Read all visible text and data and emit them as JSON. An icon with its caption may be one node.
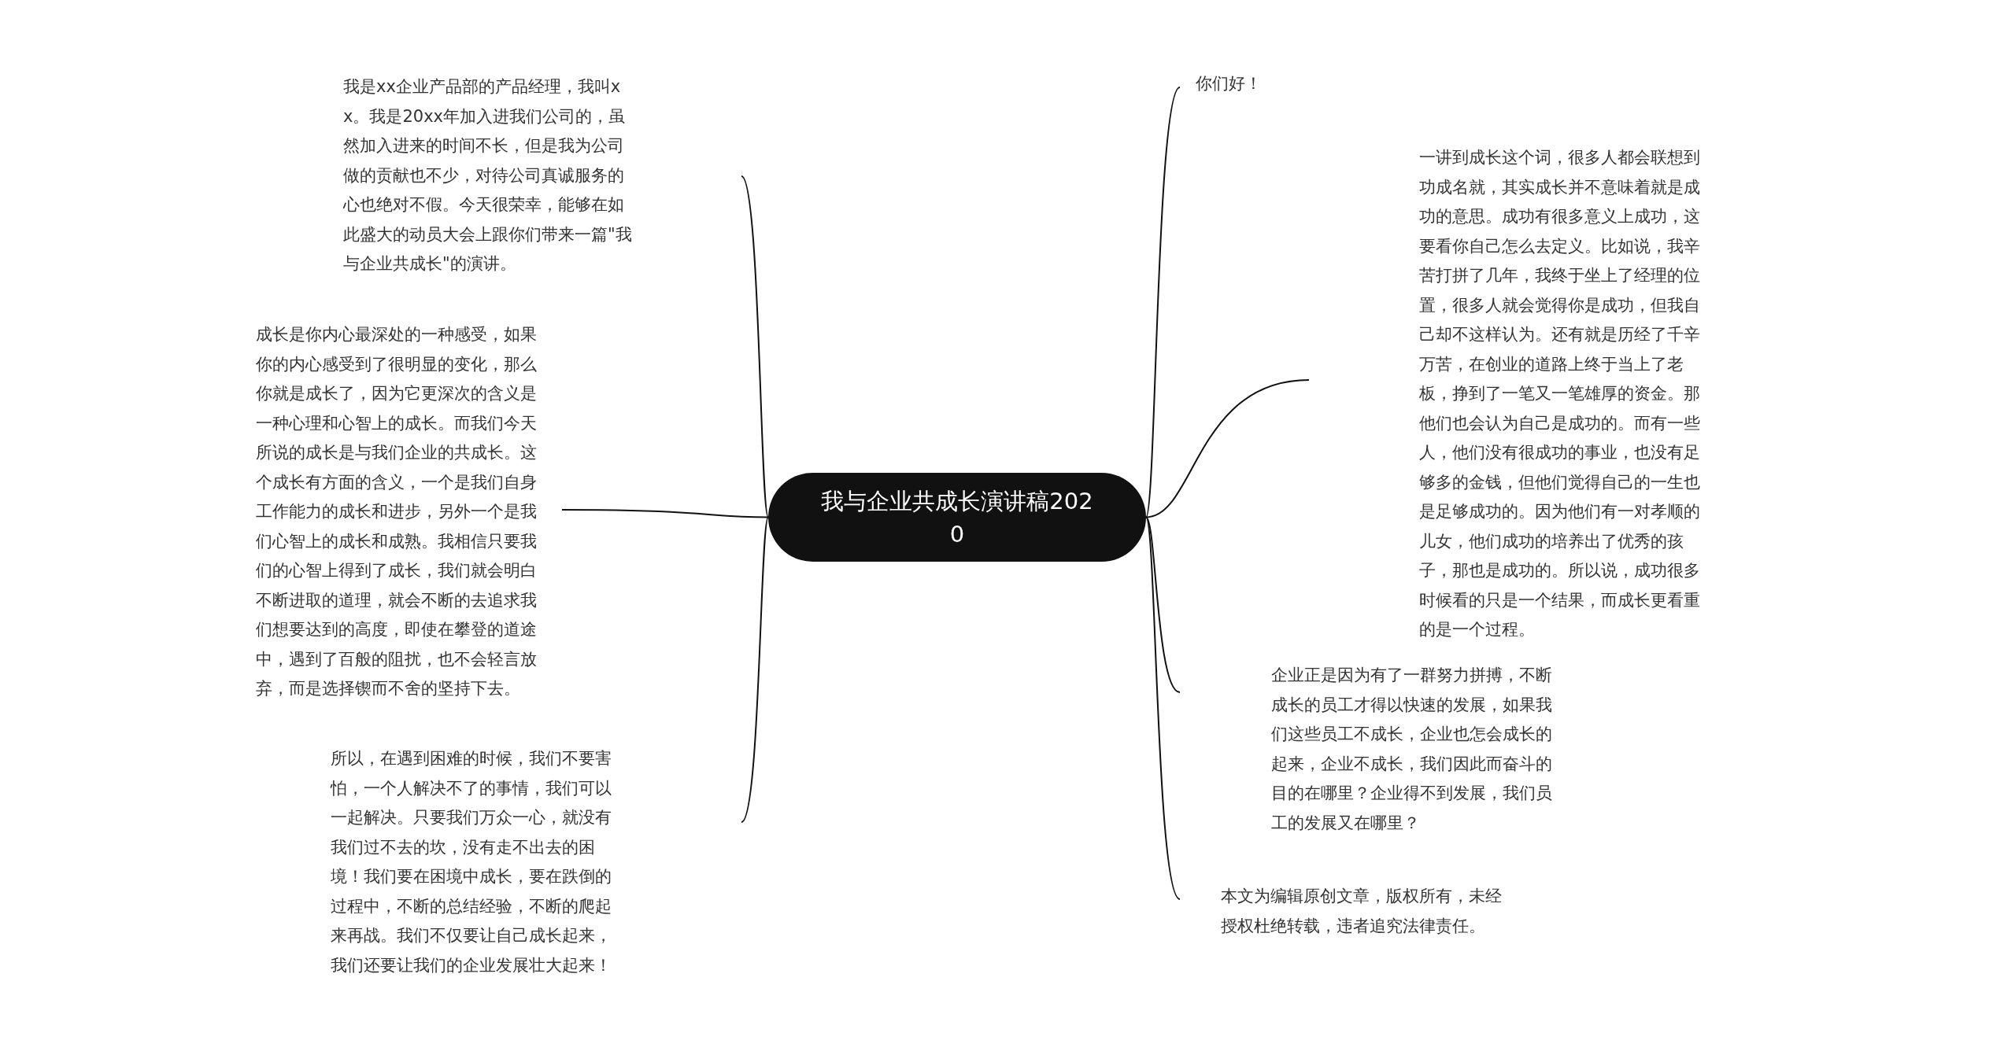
{
  "diagram": {
    "nodes": [
      {
        "text": [
          "我与企业共成长演讲稿2020"
        ]
      },
      {
        "text": [
          "你们好！"
        ]
      },
      {
        "text": [
          "一讲到成长这个词，很多人都会联想到功成名就，其实成长并不意味着就是成功的意思。成功有很多意义上成功，这要看你自己怎么去定义。比如说，我辛苦打拼了几年，我终于坐上了经理的位置，很多人就会觉得你是成功，但我自己却不这样认为。还有就是历经了千辛万苦，在创业的道路上终于当上了老板，挣到了一笔又一笔雄厚的资金。那他们也会认为自己是成功的。而有一些人，他们没有很成功的事业，也没有足够多的金钱，但他们觉得自己的一生也是足够成功的。因为他们有一对孝顺的儿女，他们成功的培养出了优秀的孩子，那也是成功的。所以说，成功很多时候看的只是一个结果，而成长更看重的是一个过程。"
        ]
      },
      {
        "text": [
          "企业正是因为有了一群努力拼搏，不断成长的员工才得以快速的发展，如果我们这些员工不成长，企业也怎会成长的起来，企业不成长，我们因此而奋斗的目的在哪里？企业得不到发展，我们员工的发展又在哪里？"
        ]
      },
      {
        "text": [
          "本文为编辑原创文章，版权所有，未经授权杜绝转载，违者追究法律责任。"
        ]
      },
      {
        "text": [
          "我是xx企业产品部的产品经理，我叫xx。我是20xx年加入进我们公司的，虽然加入进来的时间不长，但是我为公司做的贡献也不少，对待公司真诚服务的心也绝对不假。今天很荣幸，能够在如此盛大的动员大会上跟你们带来一篇\"我与企业共成长\"的演讲。"
        ]
      },
      {
        "text": [
          "成长是你内心最深处的一种感受，如果你的内心感受到了很明显的变化，那么你就是成长了，因为它更深次的含义是一种心理和心智上的成长。而我们今天所说的成长是与我们企业的共成长。这个成长有方面的含义，一个是我们自身工作能力的成长和进步，另外一个是我们心智上的成长和成熟。我相信只要我们的心智上得到了成长，我们就会明白不断进取的道理，就会不断的去追求我们想要达到的高度，即使在攀登的道途中，遇到了百般的阻扰，也不会轻言放弃，而是选择锲而不舍的坚持下去。"
        ]
      },
      {
        "text": [
          "所以，在遇到困难的时候，我们不要害怕，一个人解决不了的事情，我们可以一起解决。只要我们万众一心，就没有我们过不去的坎，没有走不出去的困境！我们要在困境中成长，要在跌倒的过程中，不断的总结经验，不断的爬起来再战。我们不仅要让自己成长起来，我们还要让我们的企业发展壮大起来！"
        ]
      }
    ],
    "edges": [
      {
        "from": 0,
        "to": 1,
        "arrow": "none"
      },
      {
        "from": 0,
        "to": 2,
        "arrow": "none"
      },
      {
        "from": 0,
        "to": 3,
        "arrow": "none"
      },
      {
        "from": 0,
        "to": 4,
        "arrow": "none"
      },
      {
        "from": 0,
        "to": 5,
        "arrow": "none"
      },
      {
        "from": 0,
        "to": 6,
        "arrow": "none"
      },
      {
        "from": 0,
        "to": 7,
        "arrow": "none"
      }
    ]
  }
}
